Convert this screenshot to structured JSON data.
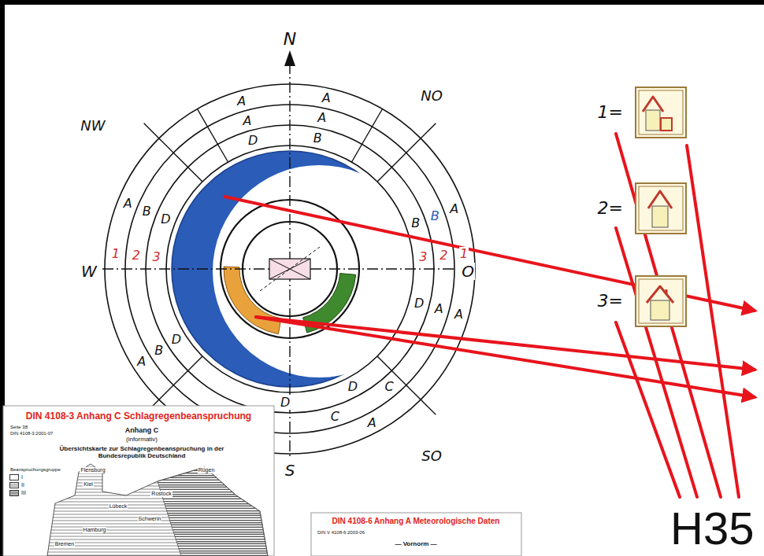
{
  "diagram": {
    "nodes": [
      {
        "text": [
          "1="
        ]
      },
      {
        "text": [
          "2="
        ]
      },
      {
        "text": [
          "3="
        ]
      }
    ],
    "labels": [
      "N",
      "NO",
      "O",
      "SO",
      "S",
      "W",
      "NW",
      "A",
      "A",
      "D",
      "A",
      "A",
      "B",
      "A",
      "B",
      "D",
      "A",
      "B",
      "B",
      "A",
      "A",
      "D",
      "A",
      "B",
      "D",
      "A",
      "C",
      "C",
      "D",
      "D",
      "1",
      "2",
      "3",
      "3",
      "2",
      "1",
      "H35",
      "DIN 4108-3 Anhang C Schlagregenbeanspruchung",
      "Seite 38",
      "DIN 4108-3:2001-07",
      "Anhang C",
      "(informativ)",
      "Übersichtskarte zur Schlagregenbeanspruchung in der Bundesrepublik Deutschland",
      "Beanspruchungsgruppe",
      "Flensburg",
      "Rügen",
      "Kiel",
      "Rostock",
      "Lübeck",
      "Schwerin",
      "Hamburg",
      "Bremen",
      "DIN 4108-6 Anhang A Meteorologische Daten",
      "DIN V 4108-6:2003-06",
      "— Vornorm —"
    ],
    "legend": [
      {
        "text": "I"
      },
      {
        "text": "II"
      },
      {
        "text": "III"
      }
    ]
  }
}
